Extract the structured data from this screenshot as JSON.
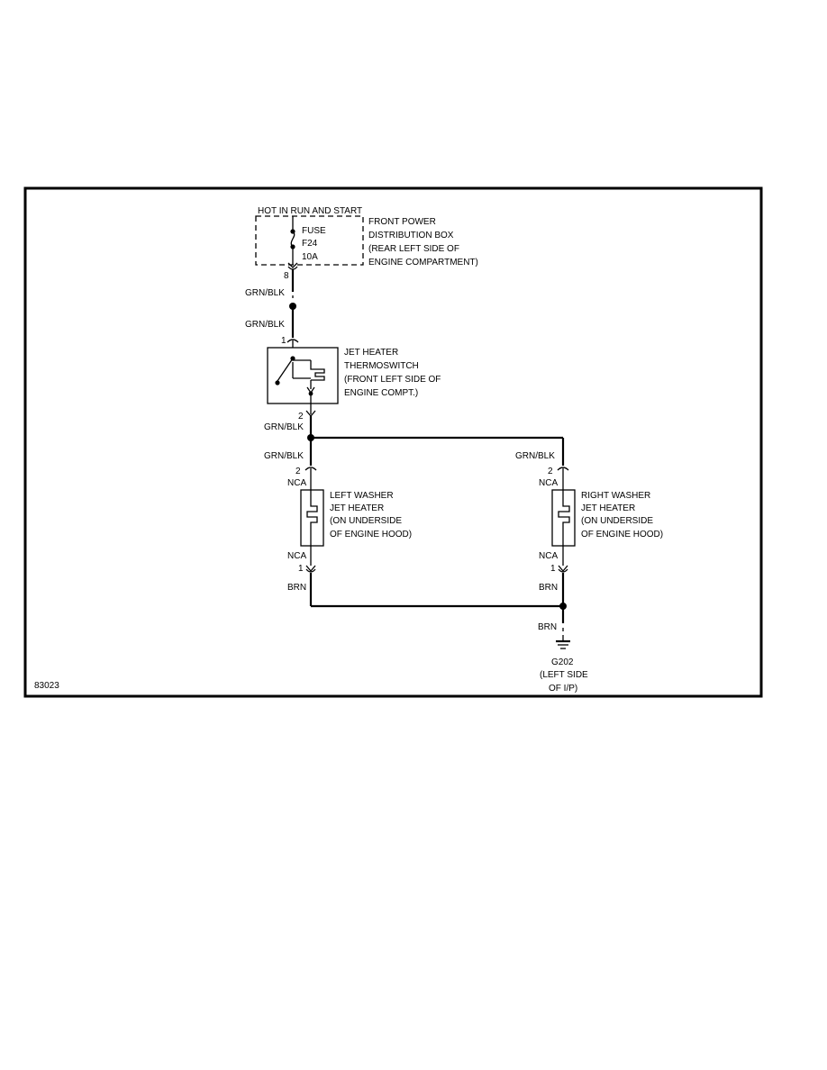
{
  "diagram_id": "83023",
  "power": {
    "hot_label": "HOT IN RUN AND START",
    "fuse_word": "FUSE",
    "fuse_id": "F24",
    "fuse_rating": "10A",
    "box_name_1": "FRONT POWER",
    "box_name_2": "DISTRIBUTION BOX",
    "box_loc_1": "(REAR LEFT SIDE OF",
    "box_loc_2": "ENGINE COMPARTMENT)",
    "pin": "8"
  },
  "wires": {
    "w1": "GRN/BLK",
    "w2": "GRN/BLK",
    "w3": "GRN/BLK",
    "w4_left": "GRN/BLK",
    "w4_right": "GRN/BLK",
    "w_left_ground": "BRN",
    "w_right_ground": "BRN",
    "w_ground": "BRN"
  },
  "thermoswitch": {
    "pin_in": "1",
    "pin_out": "2",
    "line1": "JET HEATER",
    "line2": "THERMOSWITCH",
    "line3": "(FRONT LEFT SIDE OF",
    "line4": "ENGINE COMPT.)"
  },
  "left_heater": {
    "pin_top": "2",
    "conn_top": "NCA",
    "conn_bottom": "NCA",
    "pin_bottom": "1",
    "line1": "LEFT WASHER",
    "line2": "JET HEATER",
    "line3": "(ON UNDERSIDE",
    "line4": "OF ENGINE HOOD)"
  },
  "right_heater": {
    "pin_top": "2",
    "conn_top": "NCA",
    "conn_bottom": "NCA",
    "pin_bottom": "1",
    "line1": "RIGHT WASHER",
    "line2": "JET HEATER",
    "line3": "(ON UNDERSIDE",
    "line4": "OF ENGINE HOOD)"
  },
  "ground": {
    "id": "G202",
    "line1": "(LEFT SIDE",
    "line2": "OF I/P)"
  }
}
